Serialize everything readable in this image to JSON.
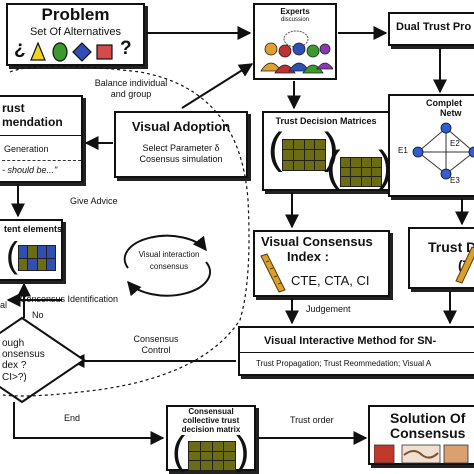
{
  "problem": {
    "title": "Problem",
    "subtitle": "Set Of Alternatives",
    "symbols": [
      "¿",
      "?"
    ]
  },
  "experts": {
    "title": "Experts",
    "subtitle": "discussion"
  },
  "dual_trust": {
    "title": "Dual Trust Pro"
  },
  "trust_recommendation": {
    "line1": "rust",
    "line2": "mendation",
    "line3": "Generation",
    "line4": "- should be...\""
  },
  "visual_adoption": {
    "title": "Visual Adoption",
    "line1": "Select Parameter δ",
    "line2": "Cosensus simulation"
  },
  "balance_label": {
    "line1": "Balance individual",
    "line2": "and group"
  },
  "trust_matrices": {
    "title": "Trust Decision Matrices"
  },
  "complete_network": {
    "line1": "Complet",
    "line2": "Netw",
    "nodes": [
      "E1",
      "E2",
      "E3"
    ]
  },
  "give_advice": "Give Advice",
  "content_elements": {
    "title": "tent elements"
  },
  "visual_interaction": {
    "line1": "Visual interaction",
    "line2": "consensus"
  },
  "visual_consensus_index": {
    "title1": "Visual Consensus",
    "title2": "Index :",
    "measures": "CTE, CTA, CI"
  },
  "trust_d": {
    "line1": "Trust D",
    "line2": "(T"
  },
  "consensus_identification": "Consensus Identification",
  "left_al": "al",
  "no_label": "No",
  "decision": {
    "line1": "ough",
    "line2": "onsensus",
    "line3": "dex ?",
    "line4": "CI>?)"
  },
  "judgement": "Judgement",
  "consensus_control": {
    "line1": "Consensus",
    "line2": "Control"
  },
  "vim": {
    "title": "Visual Interactive Method for SN-",
    "subtitle": "Trust Propagation; Trust Reommedation; Visual A"
  },
  "end_label": "End",
  "consensual_matrix": {
    "line1": "Consensual",
    "line2": "collective trust",
    "line3": "decision matrix"
  },
  "trust_order": "Trust order",
  "solution": {
    "line1": "Solution Of",
    "line2": "Consensus"
  }
}
